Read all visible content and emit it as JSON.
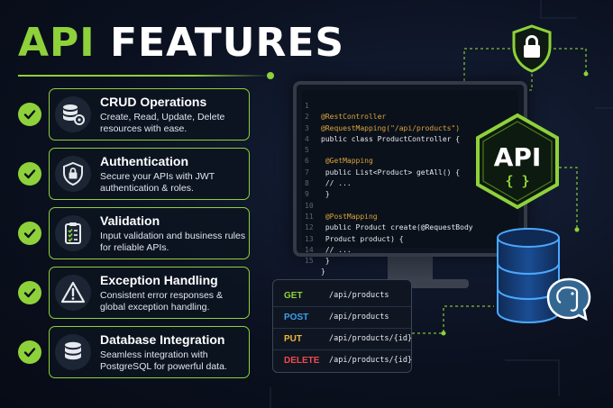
{
  "title": {
    "highlight": "API",
    "rest": "FEATURES"
  },
  "features": [
    {
      "title": "CRUD Operations",
      "description": "Create, Read, Update, Delete resources with ease.",
      "icon": "database-gear-icon"
    },
    {
      "title": "Authentication",
      "description": "Secure your APIs with JWT authentication & roles.",
      "icon": "lock-shield-icon"
    },
    {
      "title": "Validation",
      "description": "Input validation and business rules for reliable APIs.",
      "icon": "clipboard-check-icon"
    },
    {
      "title": "Exception Handling",
      "description": "Consistent error responses & global exception handling.",
      "icon": "warning-icon"
    },
    {
      "title": "Database Integration",
      "description": "Seamless integration with PostgreSQL for powerful data.",
      "icon": "database-icon"
    }
  ],
  "code": {
    "lines": [
      {
        "num": "1",
        "text": ""
      },
      {
        "num": "2",
        "text": "@RestController"
      },
      {
        "num": "3",
        "text": "@RequestMapping(\"/api/products\")"
      },
      {
        "num": "4",
        "text": "public class ProductController {"
      },
      {
        "num": "5",
        "text": ""
      },
      {
        "num": "6",
        "text": "  @GetMapping"
      },
      {
        "num": "7",
        "text": "  public List<Product> getAll() {"
      },
      {
        "num": "8",
        "text": "      // ..."
      },
      {
        "num": "9",
        "text": "  }"
      },
      {
        "num": "10",
        "text": ""
      },
      {
        "num": "11",
        "text": "  @PostMapping"
      },
      {
        "num": "12",
        "text": "  public Product create(@RequestBody"
      },
      {
        "num": "13",
        "text": "      Product product) {"
      },
      {
        "num": "14",
        "text": "      // ..."
      },
      {
        "num": "15",
        "text": "  }"
      },
      {
        "num": "",
        "text": "}"
      }
    ]
  },
  "endpoints": [
    {
      "method": "GET",
      "path": "/api/products",
      "color": "#8ed13a"
    },
    {
      "method": "POST",
      "path": "/api/products",
      "color": "#3aa0f0"
    },
    {
      "method": "PUT",
      "path": "/api/products/{id}",
      "color": "#f0b43a"
    },
    {
      "method": "DELETE",
      "path": "/api/products/{id}",
      "color": "#f04a4a"
    }
  ],
  "api_badge": {
    "label": "API",
    "braces": "{ }"
  },
  "colors": {
    "accent": "#8ed13a",
    "background": "#0b1120",
    "code_annotation": "#d9a43a"
  },
  "icons": {
    "security": "lock-shield-icon",
    "database": "database-stack-icon",
    "postgres": "postgres-elephant-icon"
  }
}
